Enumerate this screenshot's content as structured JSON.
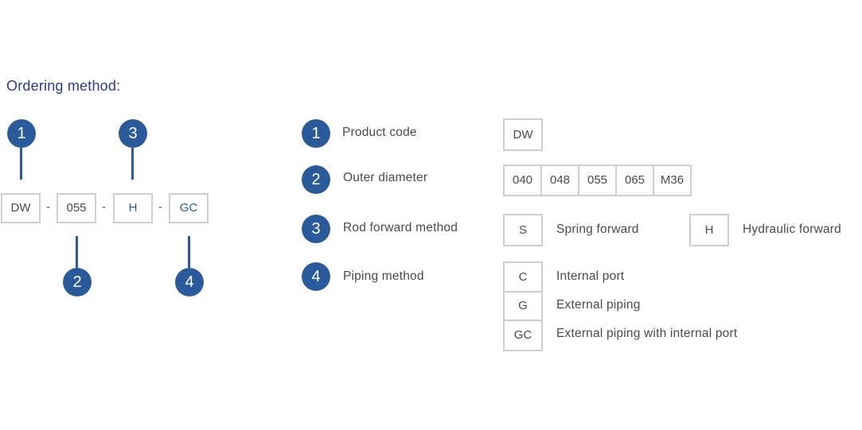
{
  "title": "Ordering method:",
  "code_example": {
    "segments": [
      "DW",
      "055",
      "H",
      "GC"
    ],
    "separator": "-",
    "markers": [
      "1",
      "2",
      "3",
      "4"
    ]
  },
  "rows": [
    {
      "num": "1",
      "label": "Product code",
      "options": [
        "DW"
      ]
    },
    {
      "num": "2",
      "label": "Outer diameter",
      "options": [
        "040",
        "048",
        "055",
        "065",
        "M36"
      ]
    },
    {
      "num": "3",
      "label": "Rod forward method",
      "options": [
        {
          "code": "S",
          "desc": "Spring forward"
        },
        {
          "code": "H",
          "desc": "Hydraulic forward"
        }
      ]
    },
    {
      "num": "4",
      "label": "Piping method",
      "options": [
        {
          "code": "C",
          "desc": "Internal port"
        },
        {
          "code": "G",
          "desc": "External piping"
        },
        {
          "code": "GC",
          "desc": "External piping with internal port"
        }
      ]
    }
  ],
  "colors": {
    "accent": "#2b5a9a",
    "title": "#2e3a87",
    "box_border": "#cfcfcf",
    "text": "#4a4a4a"
  }
}
